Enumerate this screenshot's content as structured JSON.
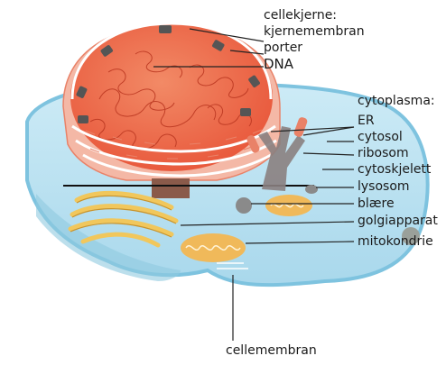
{
  "diagram": {
    "labels": {
      "nucleus": "cellekjerne:",
      "nuclear_membrane": "kjernemembran",
      "pores": "porter",
      "dna": "DNA",
      "cytoplasm": "cytoplasma:",
      "er": "ER",
      "cytosol": "cytosol",
      "ribosome": "ribosom",
      "cytoskeleton": "cytoskjelett",
      "lysosome": "lysosom",
      "vesicle": "blære",
      "golgi": "golgiapparat",
      "mitochondrion": "mitokondrie",
      "cell_membrane": "cellemembran"
    },
    "colors": {
      "cell_fill": "#bfe3f2",
      "cell_edge": "#7ec3df",
      "cytosol_dark": "#a7d6ea",
      "nucleus": "#e8563a",
      "nucleus_light": "#f28a66",
      "er": "#f4b8a6",
      "er_dark": "#e98268",
      "pore": "#555555",
      "golgi": "#f1c75c",
      "mito": "#f0b95a",
      "cytoskeleton": "#8a8080",
      "leader": "#222222"
    }
  }
}
